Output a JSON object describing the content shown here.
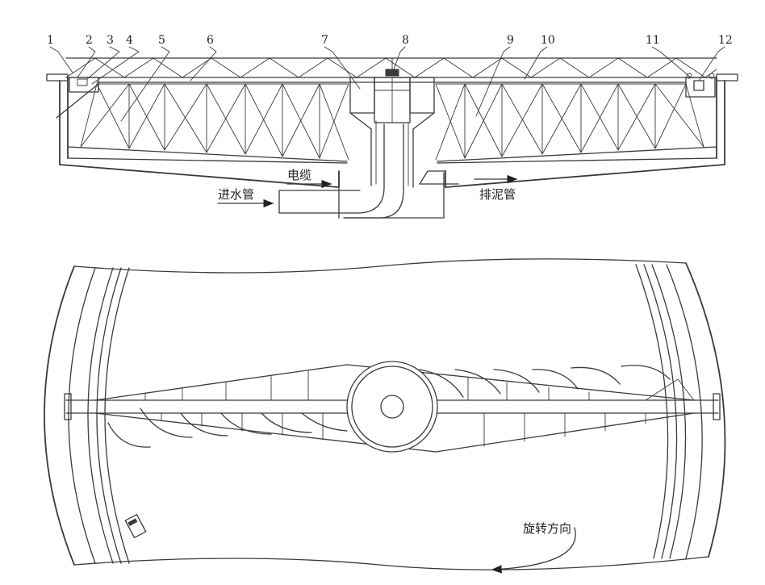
{
  "diagram": {
    "part_numbers": [
      "1",
      "2",
      "3",
      "4",
      "5",
      "6",
      "7",
      "8",
      "9",
      "10",
      "11",
      "12"
    ],
    "labels": {
      "inlet_pipe": "进水管",
      "cable": "电缆",
      "sludge_pipe": "排泥管",
      "rotation_direction": "旋转方向"
    }
  }
}
